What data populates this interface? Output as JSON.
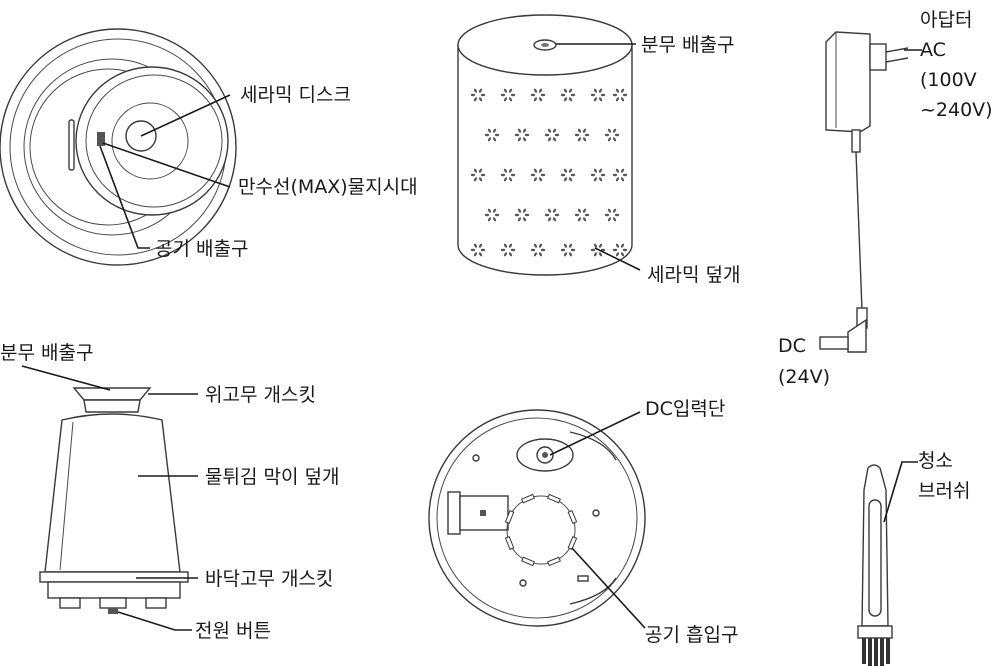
{
  "labels": {
    "ceramic_disc": "세라믹 디스크",
    "max_water_line": "만수선(MAX)물지시대",
    "air_outlet": "공기 배출구",
    "mist_outlet_top": "분무 배출구",
    "ceramic_cover": "세라믹 덮개",
    "adapter_title": "아답터",
    "adapter_ac": "AC",
    "adapter_range_1": "(100V",
    "adapter_range_2": "~240V)",
    "dc": "DC",
    "dc_voltage": "(24V)",
    "mist_outlet_side": "분무 배출구",
    "upper_gasket": "위고무 개스킷",
    "splash_cover": "물튀김 막이 덮개",
    "bottom_gasket": "바닥고무 개스킷",
    "power_button": "전원 버튼",
    "dc_input": "DC입력단",
    "air_inlet": "공기 흡입구",
    "cleaning_brush_1": "청소",
    "cleaning_brush_2": "브러쉬"
  }
}
